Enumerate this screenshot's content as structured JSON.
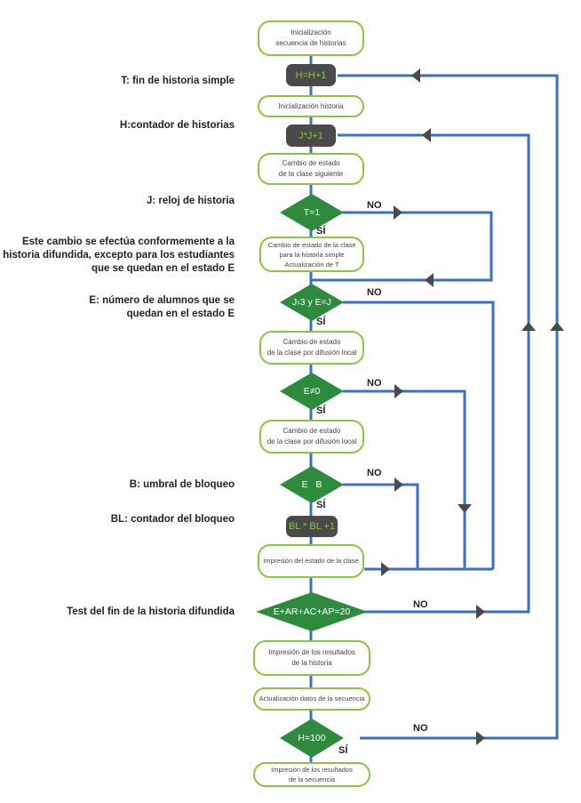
{
  "colors": {
    "process_border": "#8cc63f",
    "decision_fill": "#2e8b3e",
    "counter_fill": "#4a4a4a",
    "counter_text": "#8cc63f",
    "connector": "#3a6fc4",
    "arrow": "#4a4a4a"
  },
  "legend": {
    "t": "T: fin de historia simple",
    "h": "H:contador de historias",
    "j": "J: reloj de historia",
    "este": [
      "Este cambio se efectúa conformemente a la",
      "historia difundida, excepto para los estudiantes",
      "que se quedan en el estado E"
    ],
    "e": [
      "E: número de alumnos que se",
      "quedan en el estado E"
    ],
    "b": "B: umbral de bloqueo",
    "bl": "BL: contador del bloqueo",
    "test": "Test del fin de la historia difundida"
  },
  "nodes": {
    "init_seq": "Inicialización\nsecuencia de historias",
    "h_inc": "H=H+1",
    "init_hist": "Inicialización historia",
    "j_inc": "J*J+1",
    "cambio_sig": "Cambio de estado\nde la clase siguiente",
    "t_eq": "T=1",
    "cambio_simple": "Cambio de estado de la clase\npara la historia simple\nActualización de T",
    "j_cond": "J›3 y E=J",
    "cambio_local1": "Cambio de estado\nde la clase por difusión local",
    "e_ne": "E≠0",
    "cambio_local2": "Cambio de estado\nde la clase por difusión local",
    "e_b": "E   B",
    "bl_inc": "BL * BL +1",
    "impresion_clase": "Impresión del estado de la clase",
    "test_fin": "E+AR+AC+AP=20",
    "impresion_hist": "Impresión de los resultados\nde la historia",
    "actualizacion": "Actualización datos de la secuencia",
    "h100": "H=100",
    "impresion_seq": "Impresión de los resultados\nde la secuencia"
  },
  "branch_labels": {
    "yes": "SÍ",
    "no": "NO"
  }
}
